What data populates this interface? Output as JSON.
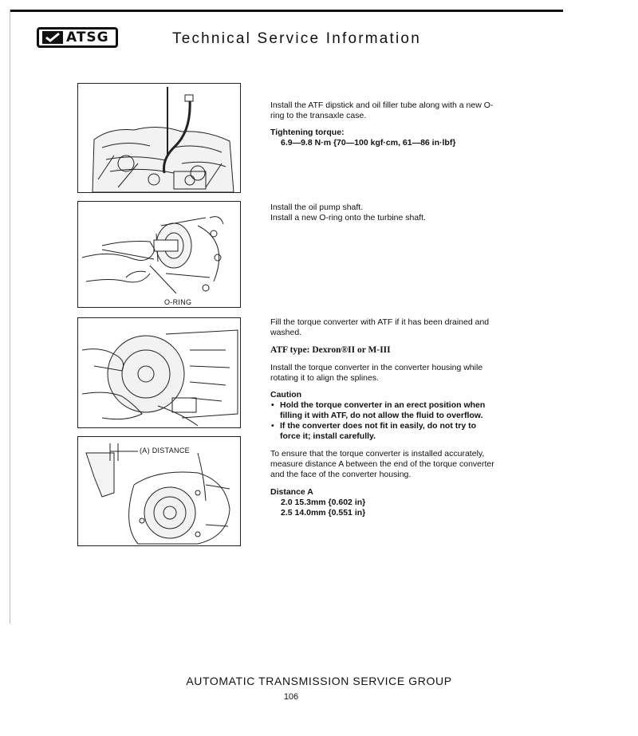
{
  "header": {
    "logo_text": "ATSG",
    "title": "Technical Service Information"
  },
  "figures": [
    {
      "label": ""
    },
    {
      "label": "O-RING"
    },
    {
      "label": ""
    },
    {
      "label": "(A) DISTANCE"
    }
  ],
  "section1": {
    "text": "Install the ATF dipstick and oil filler tube along with a new O-ring to the transaxle case.",
    "torque_heading": "Tightening torque:",
    "torque_value": "6.9—9.8 N·m {70—100 kgf·cm, 61—86 in·lbf}"
  },
  "section2": {
    "line1": "Install the oil pump shaft.",
    "line2": "Install a new O-ring onto the turbine shaft."
  },
  "section3": {
    "fill_text": "Fill the torque converter with ATF if it has been drained and washed.",
    "atf_type": "ATF type: Dexron®II or M-III",
    "install_text": "Install the torque converter in the converter housing while rotating it to align the splines.",
    "caution_heading": "Caution",
    "caution_items": [
      "Hold the torque converter in an erect position when filling it with ATF, do not allow the fluid to overflow.",
      "If the converter does not fit in easily, do not try to force it; install carefully."
    ],
    "measure_text": "To ensure that the torque converter is installed accurately, measure distance A between the end of the torque converter and the face of the converter housing.",
    "distance_heading": "Distance A",
    "distance_values": [
      "2.0 15.3mm {0.602 in}",
      "2.5 14.0mm {0.551 in}"
    ]
  },
  "footer": {
    "org": "AUTOMATIC TRANSMISSION SERVICE GROUP",
    "page_number": "106"
  }
}
